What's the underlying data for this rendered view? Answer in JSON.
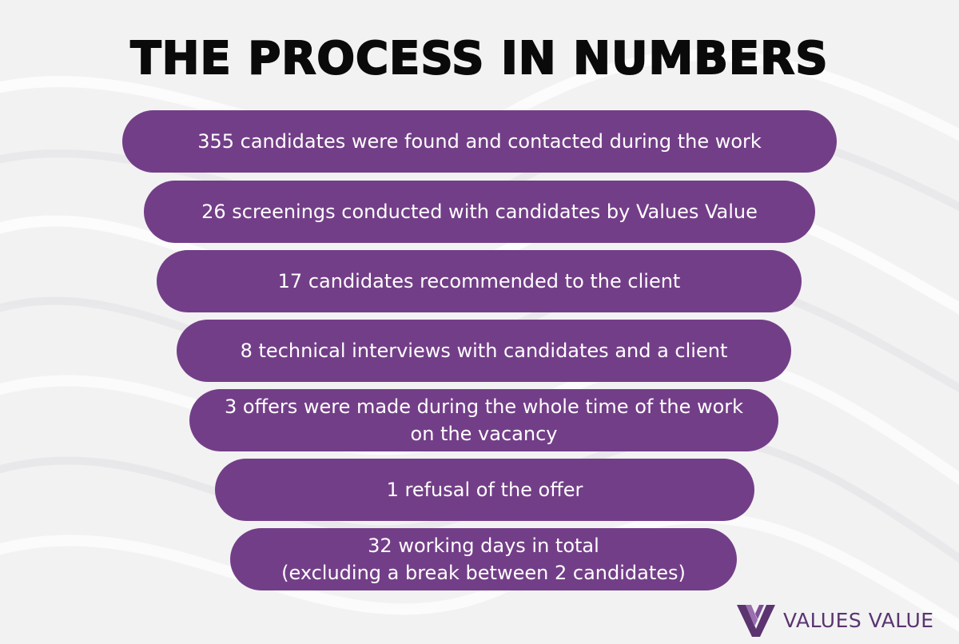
{
  "title": "THE PROCESS IN NUMBERS",
  "steps": [
    {
      "text": "355 candidates were found and contacted during the work"
    },
    {
      "text": "26 screenings conducted with candidates by Values Value"
    },
    {
      "text": "17 candidates recommended to the client"
    },
    {
      "text": "8 technical interviews with candidates and a client"
    },
    {
      "text": "3 offers were made during the whole time of the work\non the vacancy"
    },
    {
      "text": "1 refusal of the offer"
    },
    {
      "text": "32 working days in total\n(excluding a break between 2 candidates)"
    }
  ],
  "logo": {
    "text": "VALUES VALUE",
    "icon": "values-value-logo-icon"
  },
  "colors": {
    "step_fill": "#733e88",
    "step_text": "#ffffff",
    "title": "#0a0a0a",
    "background": "#f2f2f3",
    "logo": "#5b3470"
  }
}
